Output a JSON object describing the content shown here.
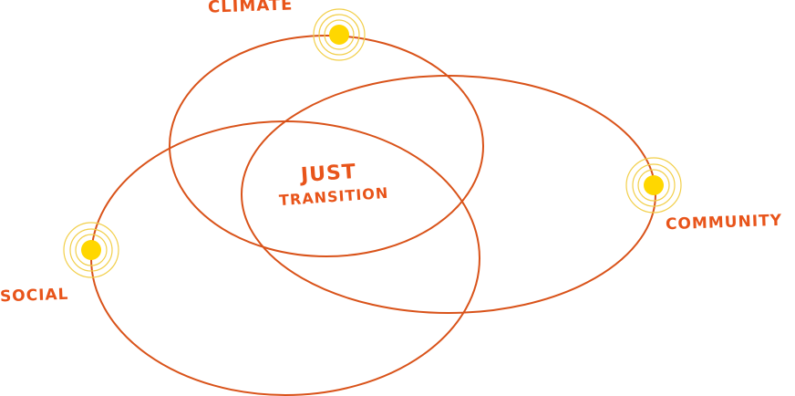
{
  "colors": {
    "line": "#d9531a",
    "label": "#e8541a",
    "node": "#ffd700",
    "ring": "#f2cf4a"
  },
  "labels": {
    "climate": "CLIMATE",
    "community": "COMMUNITY",
    "social": "SOCIAL",
    "center_top": "JUST",
    "center_bottom": "TRANSITION"
  }
}
